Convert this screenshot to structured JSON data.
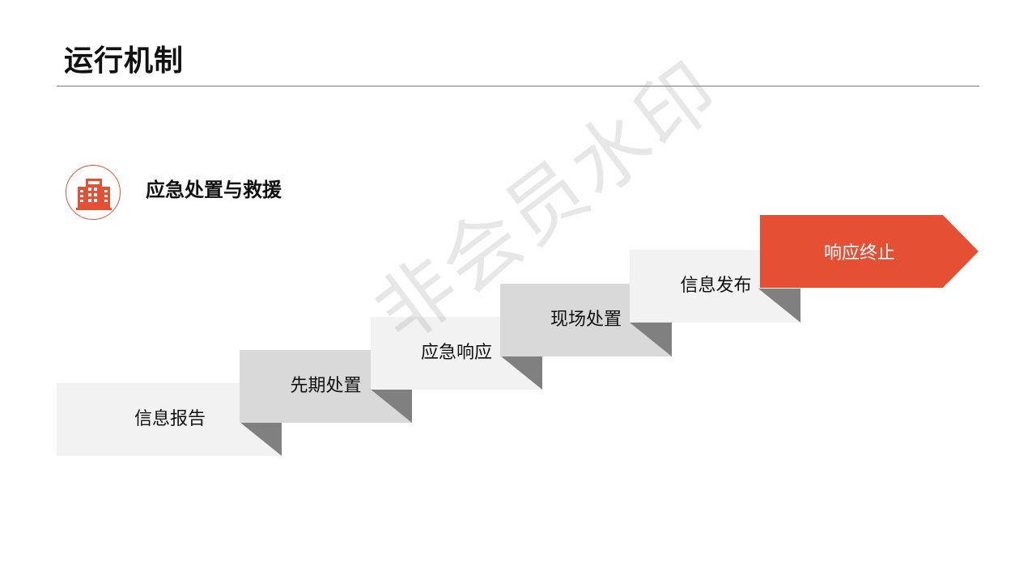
{
  "title": "运行机制",
  "section": {
    "icon": "office-building-icon",
    "heading": "应急处置与救援"
  },
  "steps": [
    {
      "label": "信息报告",
      "fill": "#f2f2f2"
    },
    {
      "label": "先期处置",
      "fill": "#d9d9d9"
    },
    {
      "label": "应急响应",
      "fill": "#f2f2f2"
    },
    {
      "label": "现场处置",
      "fill": "#d9d9d9"
    },
    {
      "label": "信息发布",
      "fill": "#f2f2f2"
    },
    {
      "label": "响应终止",
      "fill": "#e55035"
    }
  ],
  "watermark": "非会员水印",
  "colors": {
    "accent": "#e55035",
    "fold": "#808080",
    "step_light": "#f2f2f2",
    "step_mid": "#d9d9d9"
  }
}
